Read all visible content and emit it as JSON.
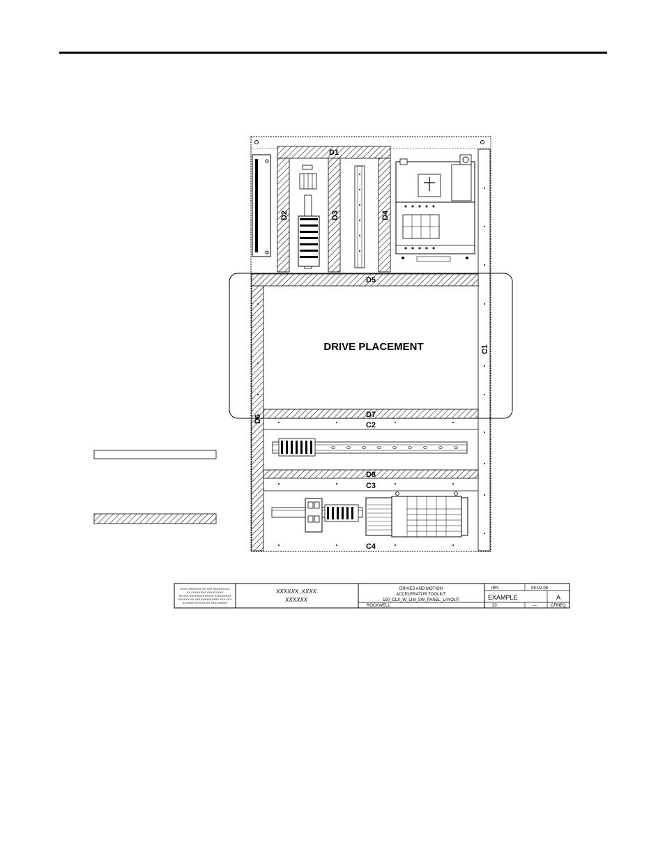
{
  "panel": {
    "zones": {
      "d1": "D1",
      "d2": "D2",
      "d3": "D3",
      "d4": "D4",
      "d5": "D5",
      "d6": "D6",
      "d7": "D7",
      "d8": "D8",
      "c1": "C1",
      "c2": "C2",
      "c3": "C3",
      "c4": "C4"
    },
    "drive_placement": "DRIVE PLACEMENT"
  },
  "title_block": {
    "left_text": [
      "XXXX XXXXXXX XX XXX XXXXXXXXX",
      "XX XXXXXXXX XXXXXXXXX",
      "XX XXX XXXXXXXXXXXXX XXXXXXXXX",
      "XXXXXX XX XXXXXXXXXXXXX XXX XXX",
      "XXXXXX XXXXXX XX XXXXXXXXX"
    ],
    "project_line1": "XXXXXX_XXXX",
    "project_line2": "XXXXXX",
    "desc_line1": "DRIVES AND MOTION",
    "desc_line2": "ACCELERATOR TOOLKIT",
    "desc_line3": "150_CLX_W_LIM_SW_PANEL_LAYOUT",
    "cust": "ROCKWELL",
    "drawn_by": "IRN",
    "date": "08-02-08",
    "dwg_no": "EXAMPLE",
    "dwg_rev": "A",
    "page": "20",
    "of": "---",
    "logo": "CFMEQ"
  }
}
